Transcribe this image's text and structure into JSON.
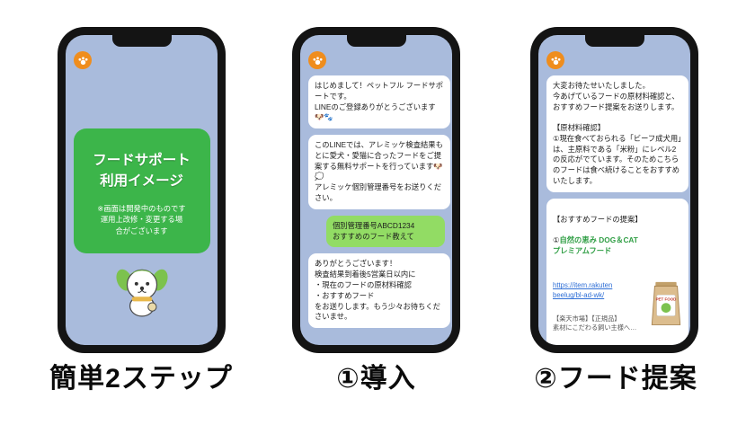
{
  "colors": {
    "screen_bg": "#a9bbdc",
    "phone_frame": "#141414",
    "promo_green": "#3cb54a",
    "user_bubble_green": "#92dc64",
    "avatar_orange": "#ef8d1d",
    "link_blue": "#2f6fd6"
  },
  "captions": {
    "step": "簡単2ステップ",
    "intro": "①導入",
    "proposal": "②フード提案"
  },
  "phone1": {
    "promo_title": "フードサポート\n利用イメージ",
    "promo_note": "※画面は開発中のものです\n運用上改修・変更する場\n合がございます"
  },
  "phone2": {
    "msg1": "はじめまして！ペットフル フードサポートです。\nLINEのご登録ありがとうございます🐶🐾",
    "msg2": "このLINEでは、アレミッケ検査結果もとに愛犬・愛猫に合ったフードをご提案する無料サポートを行っています🐶💭\nアレミッケ個別管理番号をお送りください。",
    "user_msg": "個別管理番号ABCD1234\nおすすめのフード教えて",
    "msg3": "ありがとうございます！\n検査結果到着後5営業日以内に\n・現在のフードの原材料確認\n・おすすめフード\nをお送りします。もう少々お待ちくださいませ。"
  },
  "phone3": {
    "msg1": "大変お待たせいたしました。\n今あげているフードの原材料確認と、おすすめフード提案をお送りします。\n\n【原材料確認】\n①現在食べておられる「ビーフ成犬用」は、主原料である「米粉」にレベル2の反応がでています。そのためこちらのフードは食べ続けることをおすすめいたします。",
    "proposal_header": "【おすすめフードの提案】",
    "product_prefix": "①",
    "product_name": "自然の恵み DOG＆CAT\nプレミアムフード",
    "link_text": "https://item.rakuten\nbeelug/bl-ad-wk/",
    "link_caption": "【楽天市場】【正規品】\n素材にこだわる飼い主様へ…",
    "product_label": "PET FOOD"
  }
}
